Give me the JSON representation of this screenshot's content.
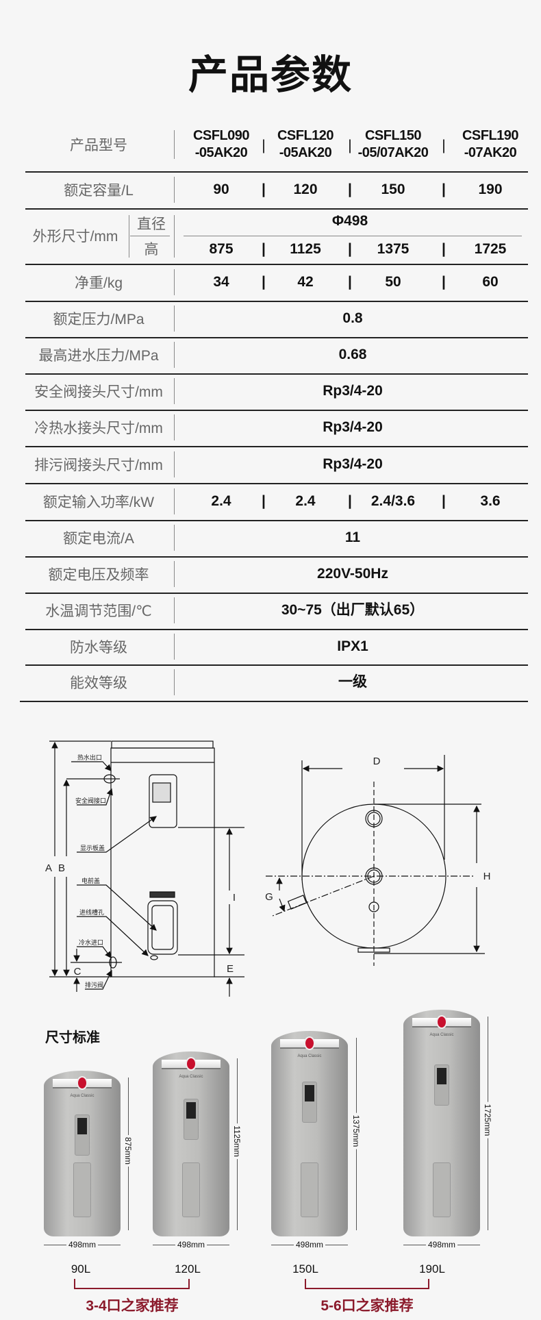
{
  "title": "产品参数",
  "table": {
    "header": {
      "label": "产品型号",
      "models": [
        "CSFL090\n-05AK20",
        "CSFL120\n-05AK20",
        "CSFL150\n-05/07AK20",
        "CSFL190\n-07AK20"
      ]
    },
    "rows": [
      {
        "label": "额定容量/L",
        "values": [
          "90",
          "120",
          "150",
          "190"
        ]
      },
      {
        "label": "外形尺寸/mm",
        "sub_labels": [
          "直径",
          "高"
        ],
        "diameter": "Φ498",
        "values": [
          "875",
          "1125",
          "1375",
          "1725"
        ]
      },
      {
        "label": "净重/kg",
        "values": [
          "34",
          "42",
          "50",
          "60"
        ]
      },
      {
        "label": "额定压力/MPa",
        "value": "0.8"
      },
      {
        "label": "最高进水压力/MPa",
        "value": "0.68"
      },
      {
        "label": "安全阀接头尺寸/mm",
        "value": "Rp3/4-20"
      },
      {
        "label": "冷热水接头尺寸/mm",
        "value": "Rp3/4-20"
      },
      {
        "label": "排污阀接头尺寸/mm",
        "value": "Rp3/4-20"
      },
      {
        "label": "额定输入功率/kW",
        "values": [
          "2.4",
          "2.4",
          "2.4/3.6",
          "3.6"
        ]
      },
      {
        "label": "额定电流/A",
        "value": "11"
      },
      {
        "label": "额定电压及频率",
        "value": "220V-50Hz"
      },
      {
        "label": "水温调节范围/℃",
        "value": "30~75（出厂默认65）"
      },
      {
        "label": "防水等级",
        "value": "IPX1"
      },
      {
        "label": "能效等级",
        "value": "一级"
      }
    ],
    "separator": "|"
  },
  "side_diagram": {
    "callouts": [
      "热水出口",
      "安全阀接口",
      "显示板盖",
      "电前盖",
      "进线槽孔",
      "冷水进口",
      "排污阀"
    ],
    "dims": [
      "A",
      "B",
      "C",
      "I",
      "E"
    ]
  },
  "top_diagram": {
    "dims": [
      "D",
      "H",
      "G"
    ]
  },
  "sizes": {
    "heading": "尺寸标准",
    "brand": "Aqua Classic",
    "tanks": [
      {
        "height": "875mm",
        "width": "498mm",
        "volume": "90L"
      },
      {
        "height": "1125mm",
        "width": "498mm",
        "volume": "120L"
      },
      {
        "height": "1375mm",
        "width": "498mm",
        "volume": "150L"
      },
      {
        "height": "1725mm",
        "width": "498mm",
        "volume": "190L"
      }
    ],
    "groups": [
      "3-4口之家推荐",
      "5-6口之家推荐"
    ]
  },
  "colors": {
    "accent": "#8b1a2b",
    "background": "#f6f6f6"
  }
}
